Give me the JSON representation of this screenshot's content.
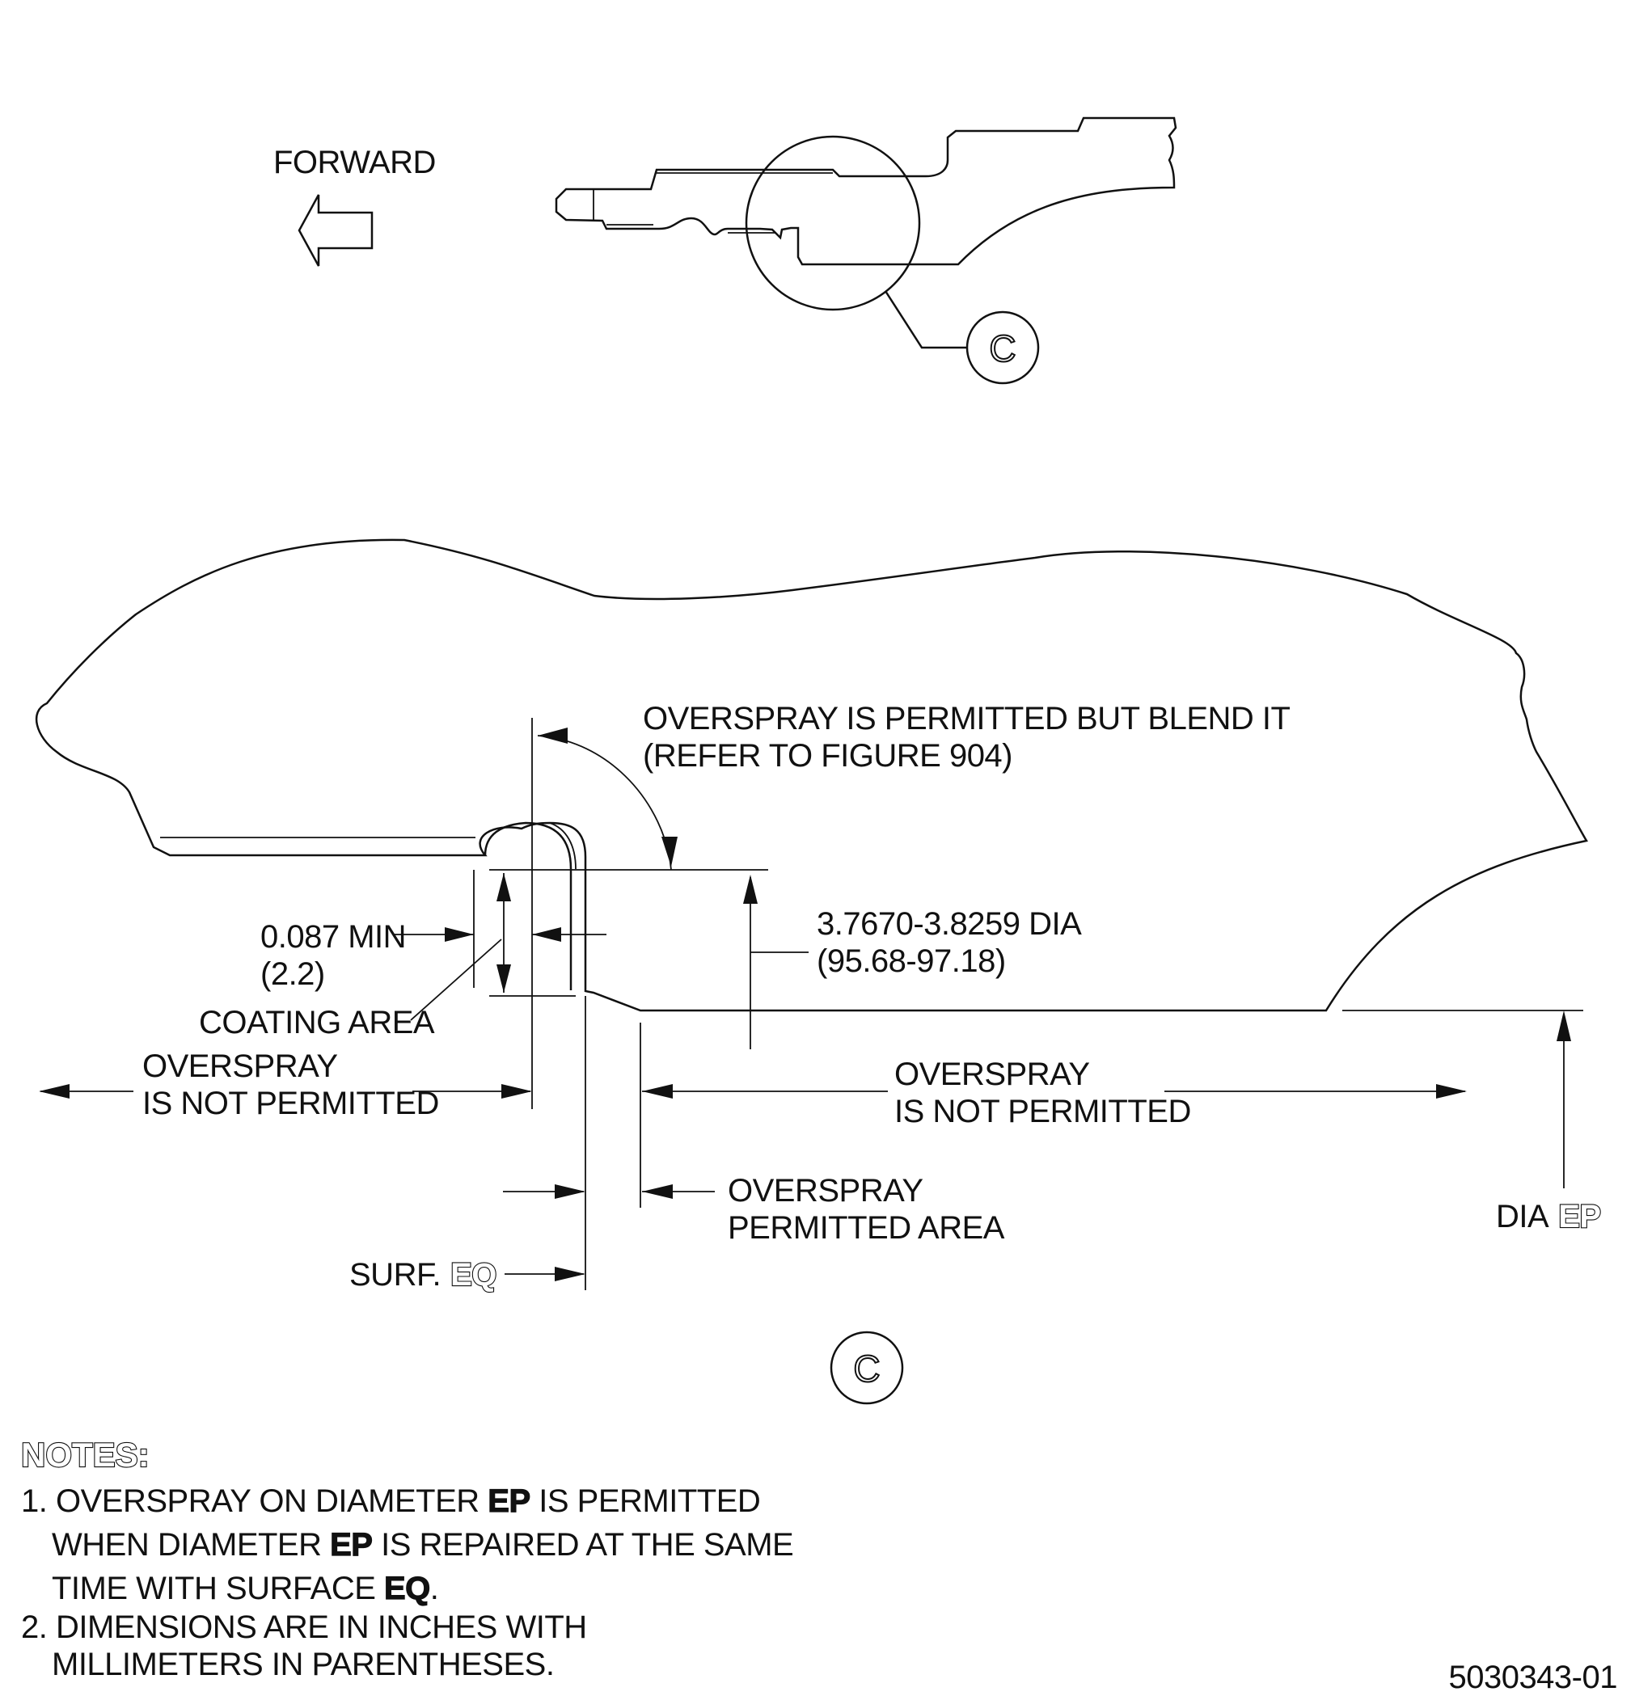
{
  "forward_label": "FORWARD",
  "detail_callout": "C",
  "detail_bubble": "C",
  "labels": {
    "overspray_blend_line1": "OVERSPRAY IS PERMITTED BUT BLEND IT",
    "overspray_blend_line2": "(REFER TO FIGURE 904)",
    "dim_087_line1": "0.087 MIN",
    "dim_087_line2": "(2.2)",
    "dia_line1": "3.7670-3.8259 DIA",
    "dia_line2": "(95.68-97.18)",
    "coating_area": "COATING AREA",
    "overspray_not_left_line1": "OVERSPRAY",
    "overspray_not_left_line2": "IS NOT PERMITTED",
    "overspray_not_right_line1": "OVERSPRAY",
    "overspray_not_right_line2": "IS NOT PERMITTED",
    "overspray_permitted_area_line1": "OVERSPRAY",
    "overspray_permitted_area_line2": "PERMITTED AREA",
    "surf_prefix": "SURF.",
    "surf_code": "EQ",
    "dia_prefix": "DIA",
    "dia_code": "EP"
  },
  "notes": {
    "heading": "NOTES:",
    "n1_a": "1. OVERSPRAY ON DIAMETER ",
    "n1_code": "EP",
    "n1_b": " IS PERMITTED",
    "n1_c": "WHEN DIAMETER ",
    "n1_code2": "EP",
    "n1_d": " IS REPAIRED AT THE SAME",
    "n1_e": "TIME WITH SURFACE ",
    "n1_code3": "EQ",
    "n1_f": ".",
    "n2_a": "2. DIMENSIONS ARE IN INCHES WITH",
    "n2_b": "MILLIMETERS IN PARENTHESES."
  },
  "figure_number": "5030343-01"
}
